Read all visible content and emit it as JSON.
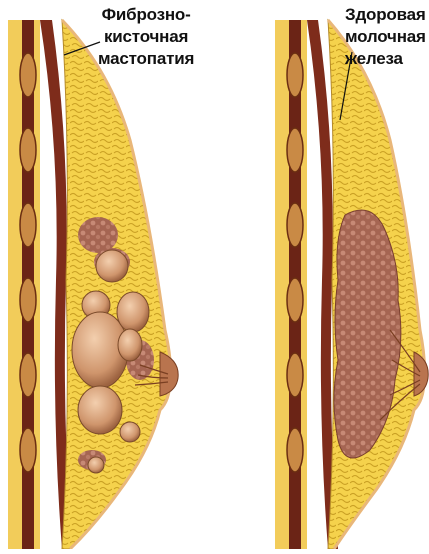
{
  "labels": {
    "left": [
      "Фиброзно-",
      "кисточная",
      "мастопатия"
    ],
    "right": [
      "Здоровая",
      "молочная",
      "железа"
    ]
  },
  "colors": {
    "fat": "#f2cf4a",
    "fat_dark": "#d8a92a",
    "gland": "#b06e5a",
    "cyst": "#d9a07a",
    "muscle": "#7a2a1a",
    "skin": "#f6d9a6",
    "rib": "#c98a45"
  }
}
